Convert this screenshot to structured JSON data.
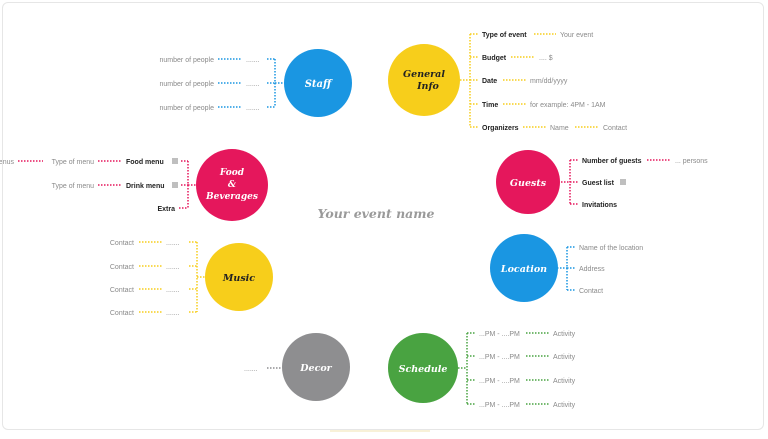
{
  "colors": {
    "staff": "#1a96e2",
    "general": "#f7ce1b",
    "food": "#e5175c",
    "guests": "#e5175c",
    "music": "#f7ce1b",
    "location": "#1a96e2",
    "decor": "#8e8e90",
    "schedule": "#49a341",
    "label_gray": "#8a8a8a",
    "label_dark": "#222222",
    "center_text": "#9a9a9a"
  },
  "center_title": "Your event name",
  "staff": {
    "title": "Staff",
    "rows": [
      {
        "label": "number of people",
        "value": "......."
      },
      {
        "label": "number of people",
        "value": "......."
      },
      {
        "label": "number of people",
        "value": "......."
      }
    ]
  },
  "general_info": {
    "title_line1": "General",
    "title_line2": "Info",
    "rows": [
      {
        "label": "Type of event",
        "value": "Your event"
      },
      {
        "label": "Budget",
        "value": ".... $"
      },
      {
        "label": "Date",
        "value": "mm/dd/yyyy"
      },
      {
        "label": "Time",
        "value": "for example: 4PM - 1AM"
      },
      {
        "label": "Organizers",
        "value1": "Name",
        "value2": "Contact"
      }
    ]
  },
  "food_beverages": {
    "title_line1": "Food",
    "title_line2": "&",
    "title_line3": "Beverages",
    "rows": [
      {
        "label": "Food menu",
        "value": "Type of menu",
        "extra": "enus",
        "icon": "list-icon"
      },
      {
        "label": "Drink menu",
        "value": "Type of menu",
        "icon": "list-icon"
      },
      {
        "label": "Extra"
      }
    ]
  },
  "guests": {
    "title": "Guests",
    "rows": [
      {
        "label": "Number of guests",
        "value": "... persons"
      },
      {
        "label": "Guest list",
        "icon": "list-icon"
      },
      {
        "label": "Invitations"
      }
    ]
  },
  "music": {
    "title": "Music",
    "rows": [
      {
        "label": "Contact",
        "value": "......."
      },
      {
        "label": "Contact",
        "value": "......."
      },
      {
        "label": "Contact",
        "value": "......."
      },
      {
        "label": "Contact",
        "value": "......."
      }
    ]
  },
  "location": {
    "title": "Location",
    "rows": [
      {
        "label": "Name of the location"
      },
      {
        "label": "Address"
      },
      {
        "label": "Contact"
      }
    ]
  },
  "decor": {
    "title": "Decor",
    "value": "......."
  },
  "schedule": {
    "title": "Schedule",
    "rows": [
      {
        "label": "...PM - ....PM",
        "value": "Activity"
      },
      {
        "label": "...PM - ....PM",
        "value": "Activity"
      },
      {
        "label": "...PM - ....PM",
        "value": "Activity"
      },
      {
        "label": "...PM - ....PM",
        "value": "Activity"
      }
    ]
  }
}
